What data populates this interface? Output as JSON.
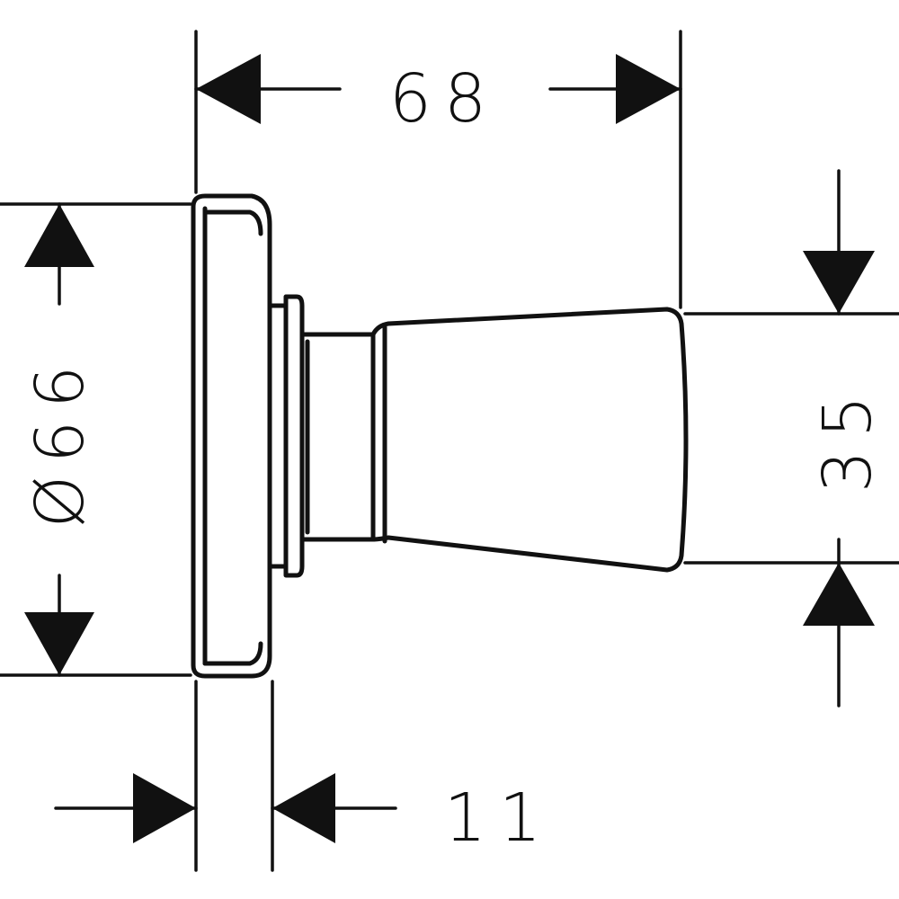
{
  "dimensions": {
    "overall_length": "68",
    "rosette_diameter": "Ø66",
    "handle_height": "35",
    "rosette_thickness": "11"
  },
  "colors": {
    "line": "#111111",
    "background": "#ffffff"
  }
}
